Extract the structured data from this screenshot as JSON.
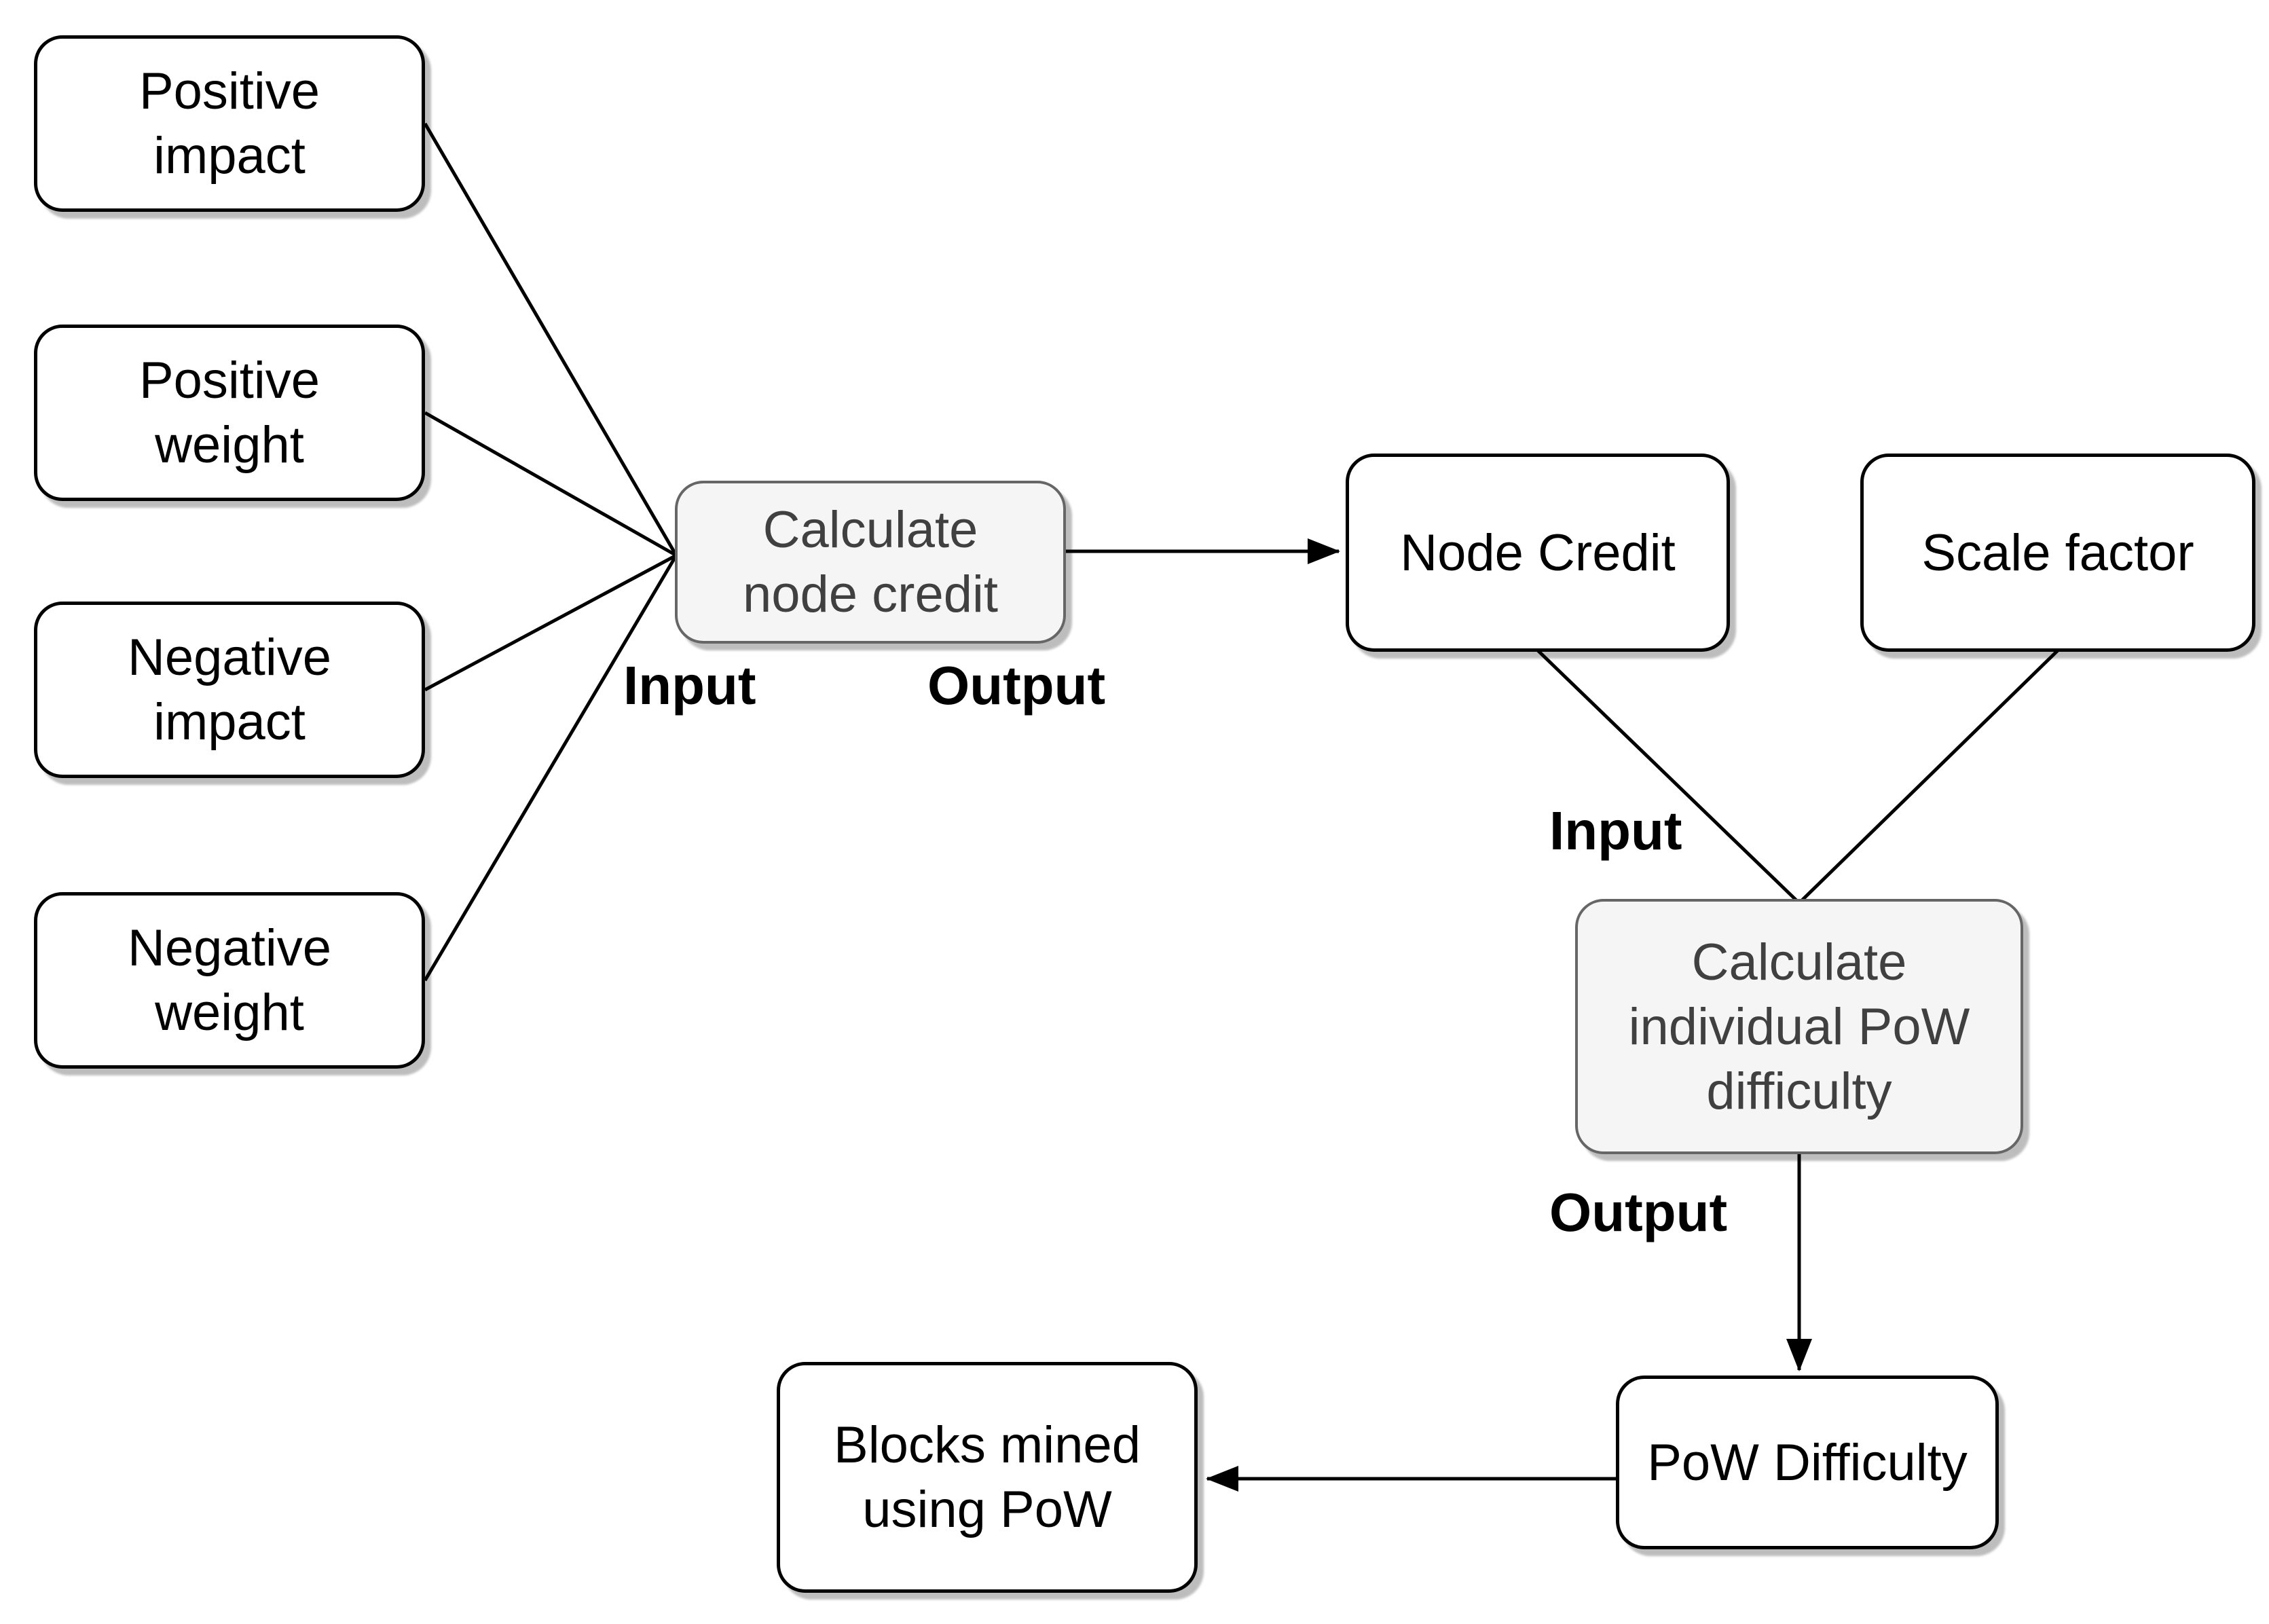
{
  "diagram": {
    "background": "#ffffff",
    "colors": {
      "data_node_fill": "#ffffff",
      "data_node_border": "#000000",
      "data_node_text": "#000000",
      "process_node_fill": "#f5f5f5",
      "process_node_border": "#666666",
      "process_node_text": "#404040",
      "connector": "#000000"
    },
    "nodes": {
      "positive_impact": {
        "label": "Positive\nimpact",
        "type": "data"
      },
      "positive_weight": {
        "label": "Positive\nweight",
        "type": "data"
      },
      "negative_impact": {
        "label": "Negative\nimpact",
        "type": "data"
      },
      "negative_weight": {
        "label": "Negative\nweight",
        "type": "data"
      },
      "calculate_node_credit": {
        "label": "Calculate\nnode credit",
        "type": "process"
      },
      "node_credit": {
        "label": "Node Credit",
        "type": "data"
      },
      "scale_factor": {
        "label": "Scale factor",
        "type": "data"
      },
      "calculate_individual_pow_difficulty": {
        "label": "Calculate\nindividual PoW\ndifficulty",
        "type": "process"
      },
      "pow_difficulty": {
        "label": "PoW Difficulty",
        "type": "data"
      },
      "blocks_mined_using_pow": {
        "label": "Blocks mined\nusing PoW",
        "type": "data"
      }
    },
    "flow_labels": {
      "input_node_credit": "Input",
      "output_node_credit": "Output",
      "input_pow_difficulty": "Input",
      "output_pow_difficulty": "Output"
    },
    "edges": [
      {
        "from": "positive_impact",
        "to": "calculate_node_credit",
        "arrow": false
      },
      {
        "from": "positive_weight",
        "to": "calculate_node_credit",
        "arrow": false
      },
      {
        "from": "negative_impact",
        "to": "calculate_node_credit",
        "arrow": false
      },
      {
        "from": "negative_weight",
        "to": "calculate_node_credit",
        "arrow": false
      },
      {
        "from": "calculate_node_credit",
        "to": "node_credit",
        "arrow": true
      },
      {
        "from": "node_credit",
        "to": "calculate_individual_pow_difficulty",
        "arrow": false
      },
      {
        "from": "scale_factor",
        "to": "calculate_individual_pow_difficulty",
        "arrow": false
      },
      {
        "from": "calculate_individual_pow_difficulty",
        "to": "pow_difficulty",
        "arrow": true
      },
      {
        "from": "pow_difficulty",
        "to": "blocks_mined_using_pow",
        "arrow": true
      }
    ]
  }
}
